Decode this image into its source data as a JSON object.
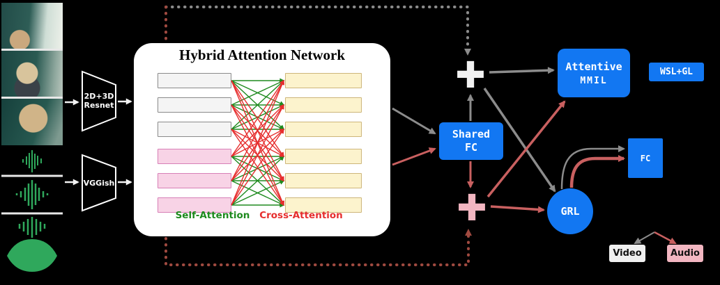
{
  "colors": {
    "blue": "#1277f2",
    "green": "#1e8a1e",
    "red": "#e62e2e",
    "salmon": "#c96060",
    "gray": "#8c8c8c",
    "maroon": "#a04a40",
    "white_arrow": "#f2f2f2",
    "plus_white": "#f2f2f2",
    "plus_pink": "#f2b6c1",
    "gray_box": "#f4f4f4",
    "gray_box_border": "#8a8a8a",
    "pink_box": "#f8d3e6",
    "pink_box_border": "#d77fb6",
    "cream_box": "#fcf3cd",
    "cream_box_border": "#cdb579",
    "spectrogram_green": "#2fa85c"
  },
  "encoders": {
    "visual": {
      "line1": "2D+3D",
      "line2": "Resnet"
    },
    "audio": {
      "label": "VGGish"
    }
  },
  "panel": {
    "title": "Hybrid Attention Network",
    "self_attention_label": "Self-Attention",
    "cross_attention_label": "Cross-Attention"
  },
  "fusion": {
    "plus_top": "+",
    "plus_bottom": "+",
    "shared_fc": {
      "line1": "Shared",
      "line2": "FC"
    }
  },
  "heads": {
    "attentive_mmil": {
      "line1": "Attentive",
      "line2": "MMIL"
    },
    "wsl_gl": "WSL+GL",
    "fc": "FC",
    "grl": "GRL"
  },
  "outputs": {
    "video": "Video",
    "audio": "Audio"
  }
}
